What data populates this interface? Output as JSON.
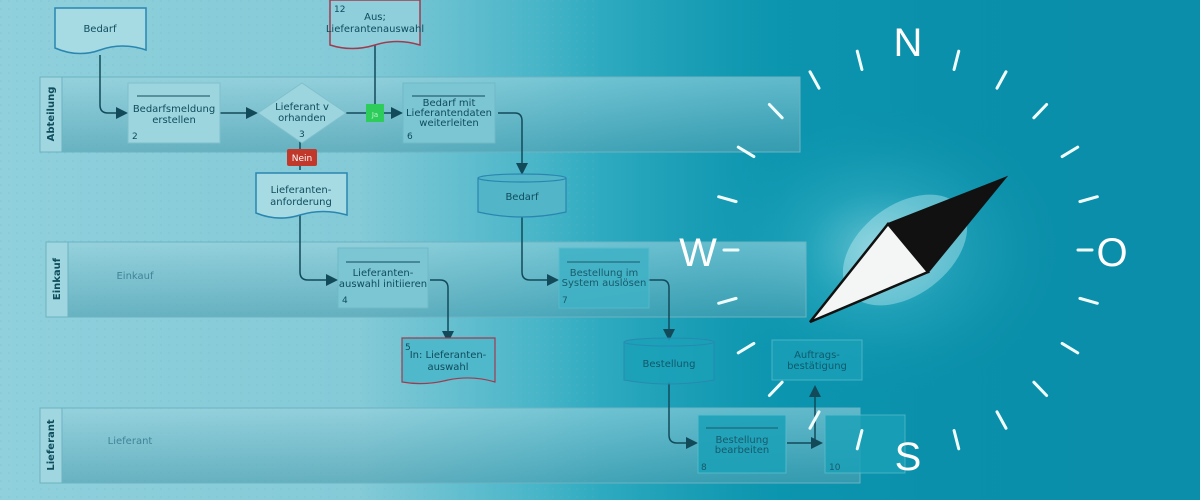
{
  "lanes": [
    {
      "name": "Abteilung",
      "watermark": ""
    },
    {
      "name": "Einkauf",
      "watermark": "Einkauf"
    },
    {
      "name": "Lieferant",
      "watermark": "Lieferant"
    }
  ],
  "nodes": {
    "bedarf_doc": {
      "label": "Bedarf"
    },
    "aus_doc": {
      "number": "12",
      "line1": "Aus;",
      "line2": "Lieferantenauswahl"
    },
    "step2": {
      "number": "2",
      "line1": "Bedarfsmeldung",
      "line2": "erstellen"
    },
    "step3": {
      "number": "3",
      "line1": "Lieferant v",
      "line2": "orhanden"
    },
    "step6": {
      "number": "6",
      "line1": "Bedarf mit",
      "line2": "Lieferantendaten",
      "line3": "weiterleiten"
    },
    "yes_badge": {
      "label": "Ja"
    },
    "no_badge": {
      "label": "Nein"
    },
    "anforderung_doc": {
      "line1": "Lieferanten-",
      "line2": "anforderung"
    },
    "bedarf_db": {
      "label": "Bedarf"
    },
    "step4": {
      "number": "4",
      "line1": "Lieferanten-",
      "line2": "auswahl initiieren"
    },
    "step7": {
      "number": "7",
      "line1": "Bestellung im",
      "line2": "System auslösen"
    },
    "in_doc": {
      "number": "5",
      "line1": "In: Lieferanten-",
      "line2": "auswahl"
    },
    "bestellung_db": {
      "label": "Bestellung"
    },
    "auftrag": {
      "line1": "Auftrags-",
      "line2": "bestätigung"
    },
    "step8": {
      "number": "8",
      "line1": "Bestellung",
      "line2": "bearbeiten"
    },
    "step10": {
      "number": "10"
    }
  },
  "compass": {
    "north": "N",
    "south": "S",
    "west": "W",
    "east": "O"
  },
  "colors": {
    "yes": "#2ecc5a",
    "no": "#c0392b",
    "doc_red": "#a03b4f"
  }
}
